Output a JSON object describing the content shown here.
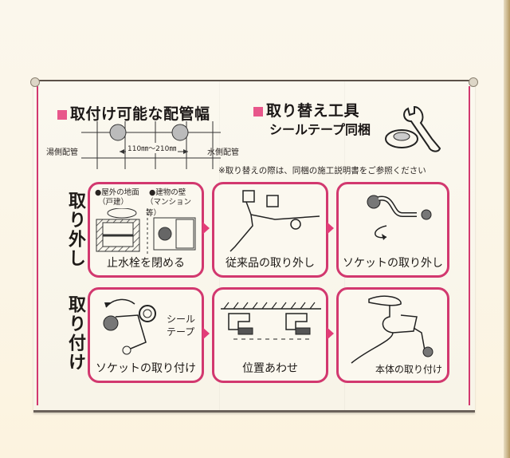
{
  "scene": {
    "description": "Photo of a faucet replacement product box showing installation steps",
    "colors": {
      "accent_pink": "#d2386f",
      "box_face": "#fbf8ef",
      "background": "#fbf6e9"
    }
  },
  "pipe_width": {
    "heading": "取付け可能な配管幅",
    "hot_side_label": "湯側配管",
    "cold_side_label": "水側配管",
    "range_label": "110㎜〜210㎜"
  },
  "tools": {
    "heading": "取り替え工具",
    "subheading": "シールテープ同梱",
    "note": "※取り替えの際は、同梱の施工説明書をご参照ください"
  },
  "removal": {
    "side_label": "取り外し",
    "steps": [
      {
        "option_a": "●屋外の地面",
        "option_a_sub": "（戸建）",
        "option_b": "●建物の壁",
        "option_b_sub": "（マンション等）",
        "caption": "止水栓を閉める"
      },
      {
        "caption": "従来品の取り外し"
      },
      {
        "caption": "ソケットの取り外し"
      }
    ]
  },
  "installation": {
    "side_label": "取り付け",
    "steps": [
      {
        "caption": "ソケットの取り付け",
        "callout_line1": "シール",
        "callout_line2": "テープ"
      },
      {
        "caption": "位置あわせ"
      },
      {
        "caption": "本体の取り付け"
      }
    ]
  }
}
